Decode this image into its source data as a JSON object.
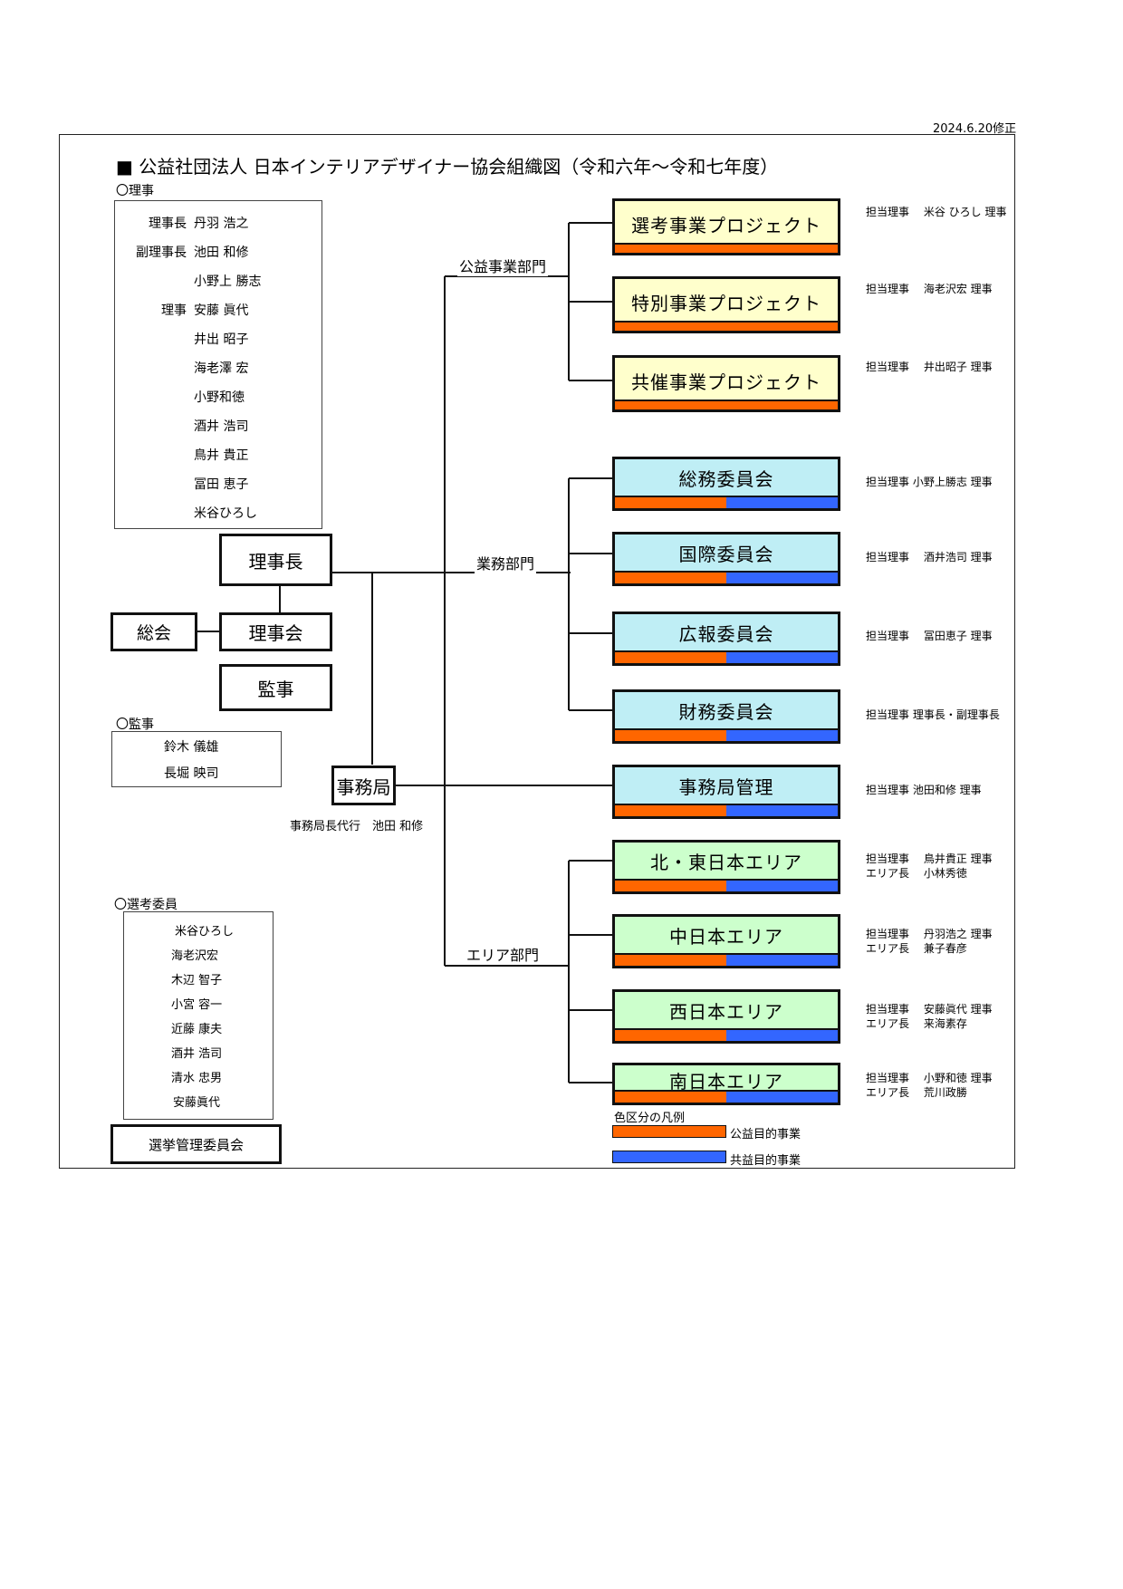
{
  "revision": "2024.6.20修正",
  "title": "■ 公益社団法人 日本インテリアデザイナー協会組織図（令和六年～令和七年度）",
  "colors": {
    "public_benefit": "#ff6600",
    "mutual_benefit": "#3366ff",
    "project_fill": "#ffffcc",
    "committee_fill": "#bfeef5",
    "area_fill": "#ccffcc"
  },
  "directors": {
    "label": "〇理事",
    "rows": [
      {
        "role": "理事長",
        "name": "丹羽 浩之"
      },
      {
        "role": "副理事長",
        "name": "池田 和修"
      },
      {
        "role": "",
        "name": "小野上 勝志"
      },
      {
        "role": "理事",
        "name": "安藤 眞代"
      },
      {
        "role": "",
        "name": "井出 昭子"
      },
      {
        "role": "",
        "name": "海老澤 宏"
      },
      {
        "role": "",
        "name": "小野和徳"
      },
      {
        "role": "",
        "name": "酒井 浩司"
      },
      {
        "role": "",
        "name": "鳥井 貴正"
      },
      {
        "role": "",
        "name": "冨田 恵子"
      },
      {
        "role": "",
        "name": "米谷ひろし"
      }
    ]
  },
  "auditors": {
    "label": "〇監事",
    "names": [
      "鈴木 儀雄",
      "長堀 映司"
    ]
  },
  "election_members": {
    "label": "〇選考委員",
    "names": [
      "米谷ひろし",
      "海老沢宏",
      "木辺 智子",
      "小宮 容一",
      "近藤 康夫",
      "酒井 浩司",
      "清水 忠男",
      "安藤眞代"
    ]
  },
  "nodes": {
    "chairman": "理事長",
    "general_meeting": "総会",
    "board": "理事会",
    "auditor": "監事",
    "secretariat": "事務局",
    "election_committee": "選挙管理委員会"
  },
  "secretariat_note": "事務局長代行　池田 和修",
  "divisions": {
    "public_benefit": "公益事業部門",
    "operations": "業務部門",
    "area": "エリア部門"
  },
  "departments": [
    {
      "label": "選考事業プロジェクト",
      "type": "project",
      "note": [
        "担当理事　 米谷 ひろし 理事"
      ]
    },
    {
      "label": "特別事業プロジェクト",
      "type": "project",
      "note": [
        "担当理事　 海老沢宏 理事"
      ]
    },
    {
      "label": "共催事業プロジェクト",
      "type": "project",
      "note": [
        "担当理事　 井出昭子 理事"
      ]
    },
    {
      "label": "総務委員会",
      "type": "committee",
      "note": [
        "担当理事 小野上勝志 理事"
      ]
    },
    {
      "label": "国際委員会",
      "type": "committee",
      "note": [
        "担当理事　 酒井浩司 理事"
      ]
    },
    {
      "label": "広報委員会",
      "type": "committee",
      "note": [
        "担当理事　 冨田恵子 理事"
      ]
    },
    {
      "label": "財務委員会",
      "type": "committee",
      "note": [
        "担当理事 理事長・副理事長"
      ]
    },
    {
      "label": "事務局管理",
      "type": "committee",
      "note": [
        "担当理事 池田和修 理事"
      ]
    },
    {
      "label": "北・東日本エリア",
      "type": "area",
      "note": [
        "担当理事　 鳥井貴正 理事",
        "エリア長　 小林秀徳"
      ]
    },
    {
      "label": "中日本エリア",
      "type": "area",
      "note": [
        "担当理事　 丹羽浩之 理事",
        "エリア長　 兼子春彦"
      ]
    },
    {
      "label": "西日本エリア",
      "type": "area",
      "note": [
        "担当理事　 安藤眞代 理事",
        "エリア長　 来海素存"
      ]
    },
    {
      "label": "南日本エリア",
      "type": "area",
      "note": [
        "担当理事　 小野和徳 理事",
        "エリア長　 荒川政勝"
      ]
    }
  ],
  "legend": {
    "title": "色区分の凡例",
    "items": [
      {
        "label": "公益目的事業",
        "color": "#ff6600"
      },
      {
        "label": "共益目的事業",
        "color": "#3366ff"
      }
    ]
  }
}
